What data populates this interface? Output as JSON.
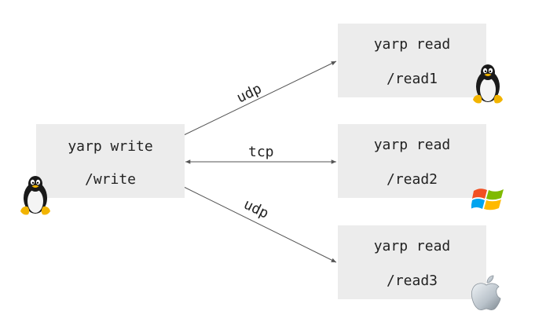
{
  "writer": {
    "command": "yarp write",
    "port": "/write",
    "os_icon": "linux-tux-icon"
  },
  "readers": [
    {
      "command": "yarp read",
      "port": "/read1",
      "os_icon": "linux-tux-icon"
    },
    {
      "command": "yarp read",
      "port": "/read2",
      "os_icon": "windows-logo-icon"
    },
    {
      "command": "yarp read",
      "port": "/read3",
      "os_icon": "apple-logo-icon"
    }
  ],
  "connections": [
    {
      "protocol": "udp",
      "from": "/write",
      "to": "/read1",
      "direction": "one-way"
    },
    {
      "protocol": "tcp",
      "from": "/write",
      "to": "/read2",
      "direction": "two-way"
    },
    {
      "protocol": "udp",
      "from": "/write",
      "to": "/read3",
      "direction": "one-way"
    }
  ],
  "colors": {
    "box_fill": "#ececec",
    "line": "#555555",
    "text": "#222222"
  }
}
